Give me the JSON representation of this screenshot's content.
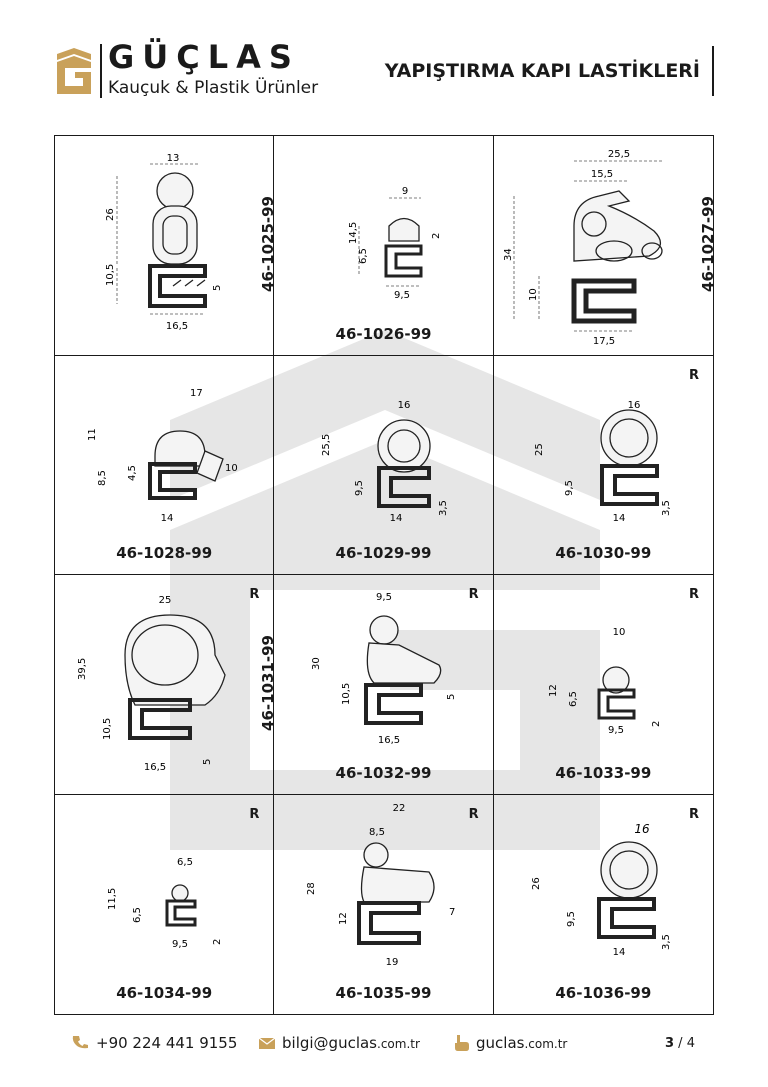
{
  "header": {
    "brand_name": "GÜÇLAS",
    "brand_sub": "Kauçuk & Plastik Ürünler",
    "doc_title": "YAPIŞTIRMA KAPI LASTİKLERİ"
  },
  "colors": {
    "accent": "#C9A15A",
    "text": "#1a1a1a",
    "watermark": "#e6e6e6"
  },
  "products": [
    {
      "code": "46-1025-99",
      "r": "",
      "dims": [
        "13",
        "26",
        "10,5",
        "5",
        "16,5"
      ]
    },
    {
      "code": "46-1026-99",
      "r": "",
      "dims": [
        "9",
        "14,5",
        "6,5",
        "2",
        "9,5"
      ]
    },
    {
      "code": "46-1027-99",
      "r": "",
      "dims": [
        "25,5",
        "15,5",
        "34",
        "10",
        "17,5"
      ]
    },
    {
      "code": "46-1028-99",
      "r": "",
      "dims": [
        "17",
        "11",
        "8,5",
        "4,5",
        "10",
        "14"
      ]
    },
    {
      "code": "46-1029-99",
      "r": "",
      "dims": [
        "16",
        "25,5",
        "9,5",
        "14",
        "3,5"
      ]
    },
    {
      "code": "46-1030-99",
      "r": "R",
      "dims": [
        "16",
        "25",
        "9,5",
        "14",
        "3,5"
      ]
    },
    {
      "code": "46-1031-99",
      "r": "R",
      "dims": [
        "25",
        "39,5",
        "10,5",
        "16,5",
        "5"
      ]
    },
    {
      "code": "46-1032-99",
      "r": "R",
      "dims": [
        "9,5",
        "30",
        "10,5",
        "5",
        "16,5"
      ]
    },
    {
      "code": "46-1033-99",
      "r": "R",
      "dims": [
        "10",
        "12",
        "6,5",
        "9,5",
        "2"
      ]
    },
    {
      "code": "46-1034-99",
      "r": "R",
      "dims": [
        "6,5",
        "11,5",
        "6,5",
        "9,5",
        "2"
      ]
    },
    {
      "code": "46-1035-99",
      "r": "R",
      "dims": [
        "22",
        "8,5",
        "28",
        "12",
        "7",
        "19"
      ]
    },
    {
      "code": "46-1036-99",
      "r": "R",
      "dims": [
        "16",
        "26",
        "9,5",
        "14",
        "3,5"
      ]
    }
  ],
  "footer": {
    "phone": "+90 224 441 9155",
    "email_main": "bilgi@guclas",
    "email_tld": ".com.tr",
    "web_main": "guclas",
    "web_tld": ".com.tr",
    "page_current": "3",
    "page_sep": " / ",
    "page_total": "4"
  }
}
